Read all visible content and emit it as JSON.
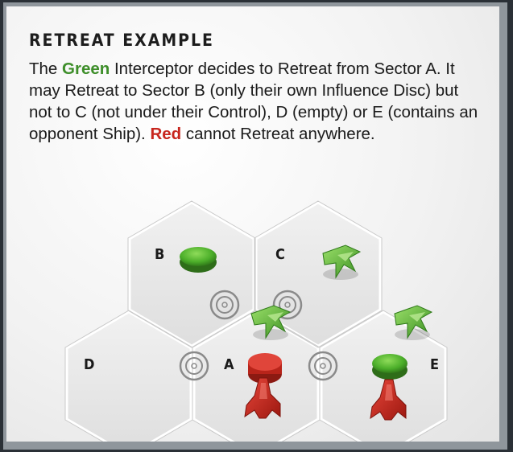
{
  "title": "RETREAT EXAMPLE",
  "paragraph": {
    "p1": "The ",
    "green_word": "Green",
    "p2": " Interceptor decides to Retreat from Sector A. It may Retreat to Sector B (only their own Influence Disc) but not to C (not under their Control), D (empty) or E (contains an opponent Ship). ",
    "red_word": "Red",
    "p3": " cannot Retreat anywhere."
  },
  "sectors": {
    "a": "A",
    "b": "B",
    "c": "C",
    "d": "D",
    "e": "E"
  },
  "colors": {
    "green": "#3e8f2a",
    "red": "#c8261e",
    "text": "#1d1d1d"
  },
  "icons": [
    "wormhole-icon",
    "interceptor-ship-icon",
    "influence-disc-icon",
    "red-ship-icon"
  ]
}
